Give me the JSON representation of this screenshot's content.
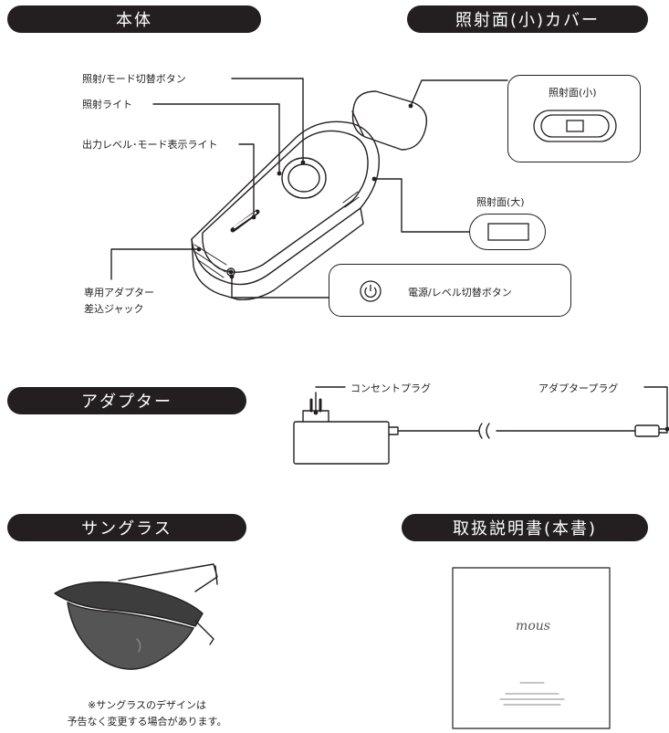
{
  "sections": {
    "body": "本体",
    "cover": "照射面(小)カバー",
    "adapter": "アダプター",
    "sunglasses": "サングラス",
    "manual": "取扱説明書(本書)"
  },
  "body_labels": {
    "mode_button": "照射/モード切替ボタン",
    "light": "照射ライト",
    "level_light": "出力レベル･モード表示ライト",
    "jack_line1": "専用アダプター",
    "jack_line2": "差込ジャック",
    "face_small": "照射面(小)",
    "face_large": "照射面(大)",
    "power_button": "電源/レベル切替ボタン"
  },
  "adapter_labels": {
    "outlet_plug": "コンセントプラグ",
    "adapter_plug": "アダプタープラグ"
  },
  "sunglasses_note": {
    "line1": "※サングラスのデザインは",
    "line2": "予告なく変更する場合があります。"
  },
  "manual": {
    "logo": "mous"
  },
  "colors": {
    "ink": "#231f20",
    "pill_background": "#231f20",
    "pill_text": "#ffffff",
    "lens": "#4a4a4a"
  },
  "icons": {
    "power": "power-icon"
  }
}
